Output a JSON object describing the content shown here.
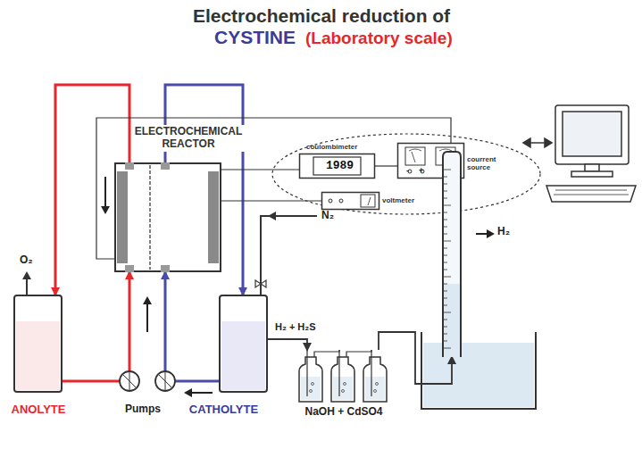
{
  "diagram": {
    "title": "Electrochemical reduction of",
    "nodes": [
      {
        "text": [
          "ELECTROCHEMICAL REACTOR"
        ]
      },
      {
        "text": [
          "coulombimeter",
          "1989"
        ]
      },
      {
        "text": [
          "courrent source"
        ]
      },
      {
        "text": [
          "voltmeter"
        ]
      },
      {
        "text": [
          "ANOLYTE"
        ]
      },
      {
        "text": [
          "CATHOLYTE"
        ]
      },
      {
        "text": [
          "NaOH + CdSO4"
        ]
      },
      {
        "text": [
          "H₂"
        ]
      }
    ],
    "edges": [
      {
        "from": 4,
        "to": 0,
        "arrow": "to"
      },
      {
        "from": 0,
        "to": 4,
        "arrow": "to"
      },
      {
        "from": 5,
        "to": 0,
        "arrow": "to"
      },
      {
        "from": 0,
        "to": 5,
        "arrow": "to"
      },
      {
        "from": 5,
        "to": 6,
        "label": "H₂ + H₂S",
        "arrow": "to"
      },
      {
        "from": 6,
        "to": 7,
        "arrow": "to"
      },
      {
        "from": 0,
        "to": 2,
        "arrow": "none"
      },
      {
        "from": 0,
        "to": 1,
        "arrow": "none"
      },
      {
        "from": 1,
        "to": 2,
        "arrow": "none"
      },
      {
        "from": 0,
        "to": 3,
        "arrow": "none"
      }
    ],
    "labels": [
      "CYSTINE",
      "(Laboratory scale)",
      "O₂",
      "N₂",
      "Pumps",
      "-",
      "+"
    ]
  }
}
